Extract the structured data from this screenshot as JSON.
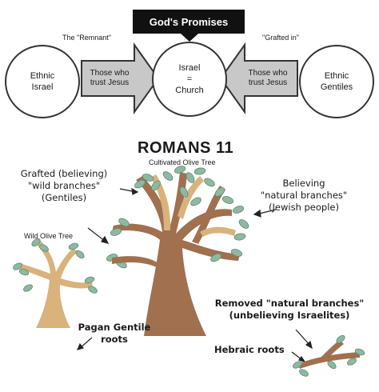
{
  "top": {
    "promises_label": "God's Promises",
    "remnant_label": "The \"Remnant\"",
    "grafted_in_label": "\"Grafted in\"",
    "left_circle": [
      "Ethnic",
      "Israel"
    ],
    "left_arrow": [
      "Those who",
      "trust Jesus"
    ],
    "center_circle": [
      "Israel",
      "=",
      "Church"
    ],
    "right_arrow": [
      "Those who",
      "trust Jesus"
    ],
    "right_circle": [
      "Ethnic",
      "Gentiles"
    ]
  },
  "romans": {
    "title": "ROMANS 11",
    "cultivated": "Cultivated Olive Tree",
    "grafted": [
      "Grafted (believing)",
      "\"wild branches\"",
      "(Gentiles)"
    ],
    "believing": [
      "Believing",
      "\"natural branches\"",
      "(Jewish people)"
    ],
    "wild_tree": "Wild Olive Tree",
    "removed": [
      "Removed \"natural branches\"",
      "(unbelieving Israelites)"
    ],
    "pagan": [
      "Pagan Gentile",
      "roots"
    ],
    "hebraic": "Hebraic roots"
  },
  "colors": {
    "trunk_brown": "#a0704f",
    "wild_tan": "#d9b27c",
    "leaf_green": "#8fb8a0",
    "arrow_gray": "#c8c8c8"
  }
}
